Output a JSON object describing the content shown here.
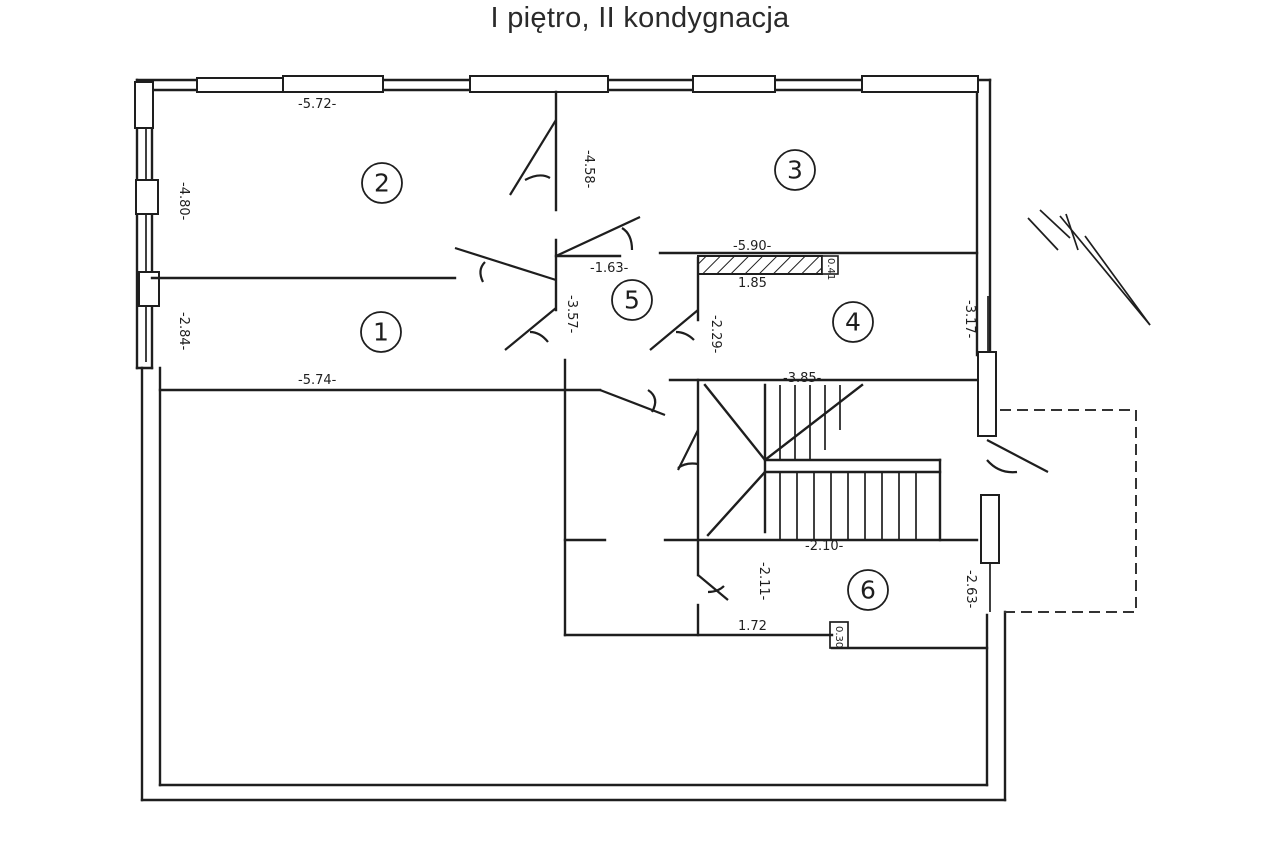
{
  "title": "I piętro, II kondygnacja",
  "rooms": [
    {
      "number": "1"
    },
    {
      "number": "2"
    },
    {
      "number": "3"
    },
    {
      "number": "4"
    },
    {
      "number": "5"
    },
    {
      "number": "6"
    }
  ],
  "dimensions": [
    {
      "label": "-5.72-"
    },
    {
      "label": "-4.80-"
    },
    {
      "label": "-4.58-"
    },
    {
      "label": "-5.90-"
    },
    {
      "label": "-1.63-"
    },
    {
      "label": "0.41"
    },
    {
      "label": "1.85"
    },
    {
      "label": "-3.57-"
    },
    {
      "label": "-2.84-"
    },
    {
      "label": "-2.29-"
    },
    {
      "label": "-3.17-"
    },
    {
      "label": "-5.74-"
    },
    {
      "label": "-3.85-"
    },
    {
      "label": "-2.10-"
    },
    {
      "label": "-2.11-"
    },
    {
      "label": "-2.63-"
    },
    {
      "label": "1.72"
    },
    {
      "label": "0.30"
    }
  ]
}
